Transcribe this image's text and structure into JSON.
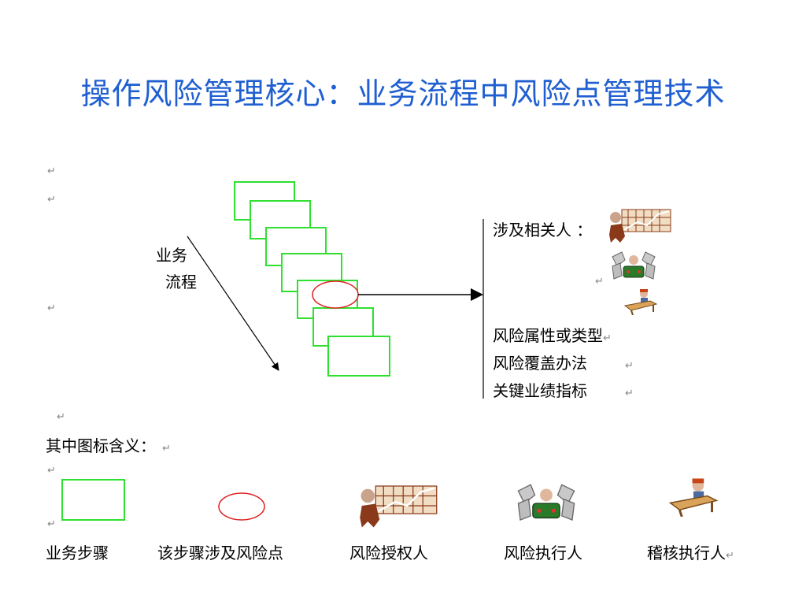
{
  "title": "操作风险管理核心：业务流程中风险点管理技术",
  "diagram": {
    "flow_label_line1": "业务",
    "flow_label_line2": "流程",
    "involved_label": "涉及相关人 ：",
    "attributes": [
      "风险属性或类型",
      "风险覆盖办法",
      "关键业绩指标"
    ],
    "return_mark": "↵"
  },
  "legend": {
    "heading": "其中图标含义：",
    "items": [
      {
        "label": "业务步骤",
        "icon": "green-rectangle"
      },
      {
        "label": "该步骤涉及风险点",
        "icon": "red-ellipse"
      },
      {
        "label": "风险授权人",
        "icon": "authorizer-figure"
      },
      {
        "label": "风险执行人",
        "icon": "executor-figure"
      },
      {
        "label": "稽核执行人",
        "icon": "auditor-figure"
      }
    ]
  },
  "colors": {
    "title": "#1f5fd1",
    "step_border": "#2fe02f",
    "risk_point": "#e02020"
  }
}
